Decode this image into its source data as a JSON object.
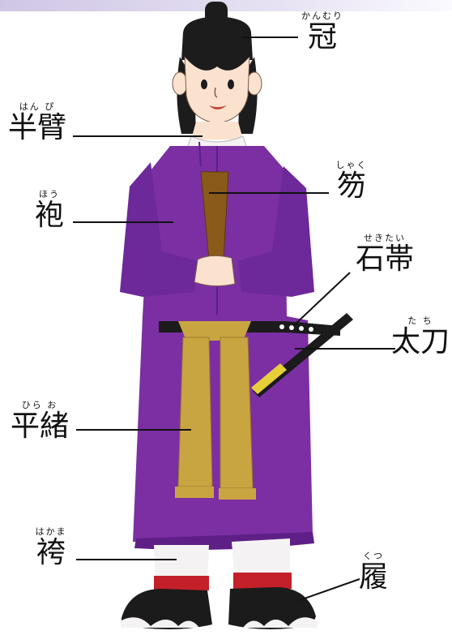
{
  "labels": [
    {
      "id": "kanmuri",
      "ruby": "かんむり",
      "kanji": "冠"
    },
    {
      "id": "hanpi",
      "ruby": "はん ぴ",
      "kanji": "半臂"
    },
    {
      "id": "shaku",
      "ruby": "しゃく",
      "kanji": "笏"
    },
    {
      "id": "hou",
      "ruby": "ほう",
      "kanji": "袍"
    },
    {
      "id": "sekitai",
      "ruby": "せきたい",
      "kanji": "石帯"
    },
    {
      "id": "tachi",
      "ruby": "た ち",
      "kanji": "太刀"
    },
    {
      "id": "hirao",
      "ruby": "ひら お",
      "kanji": "平緒"
    },
    {
      "id": "hakama",
      "ruby": "はかま",
      "kanji": "袴"
    },
    {
      "id": "kutsu",
      "ruby": "くつ",
      "kanji": "履"
    }
  ],
  "colors": {
    "robe": "#7b2fa3",
    "robe_shade": "#5e1f86",
    "hair": "#1c1c1c",
    "skin": "#fbe2cf",
    "shaku": "#8a5a1a",
    "hirao": "#c9a542",
    "hakama_white": "#f4f2f2",
    "hakama_red": "#c4202a",
    "sword_black": "#1b1b1b",
    "sword_gold": "#e7cf3a"
  }
}
